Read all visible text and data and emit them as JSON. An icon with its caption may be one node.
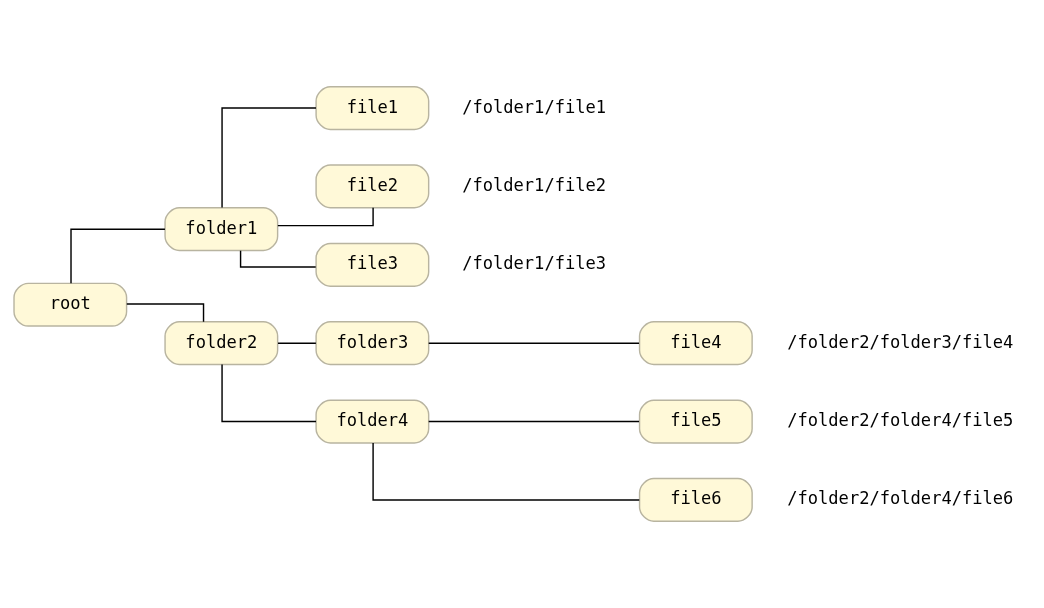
{
  "diagram": {
    "nodes": [
      {
        "text": [
          "root"
        ]
      },
      {
        "text": [
          "folder1"
        ]
      },
      {
        "text": [
          "file1"
        ],
        "beside": [
          "/folder1/file1"
        ]
      },
      {
        "text": [
          "file2"
        ],
        "beside": [
          "/folder1/file2"
        ]
      },
      {
        "text": [
          "file3"
        ],
        "beside": [
          "/folder1/file3"
        ]
      },
      {
        "text": [
          "folder2"
        ]
      },
      {
        "text": [
          "folder3"
        ]
      },
      {
        "text": [
          "file4"
        ],
        "beside": [
          "/folder2/folder3/file4"
        ]
      },
      {
        "text": [
          "folder4"
        ]
      },
      {
        "text": [
          "file5"
        ],
        "beside": [
          "/folder2/folder4/file5"
        ]
      },
      {
        "text": [
          "file6"
        ],
        "beside": [
          "/folder2/folder4/file6"
        ]
      }
    ],
    "edges": [
      {
        "from": 0,
        "to": 1,
        "arrow": "none"
      },
      {
        "from": 0,
        "to": 5,
        "arrow": "none"
      },
      {
        "from": 1,
        "to": 2,
        "arrow": "none"
      },
      {
        "from": 1,
        "to": 3,
        "arrow": "none"
      },
      {
        "from": 1,
        "to": 4,
        "arrow": "none"
      },
      {
        "from": 5,
        "to": 6,
        "arrow": "none"
      },
      {
        "from": 5,
        "to": 8,
        "arrow": "none"
      },
      {
        "from": 6,
        "to": 7,
        "arrow": "none"
      },
      {
        "from": 8,
        "to": 9,
        "arrow": "none"
      },
      {
        "from": 8,
        "to": 10,
        "arrow": "none"
      }
    ]
  }
}
